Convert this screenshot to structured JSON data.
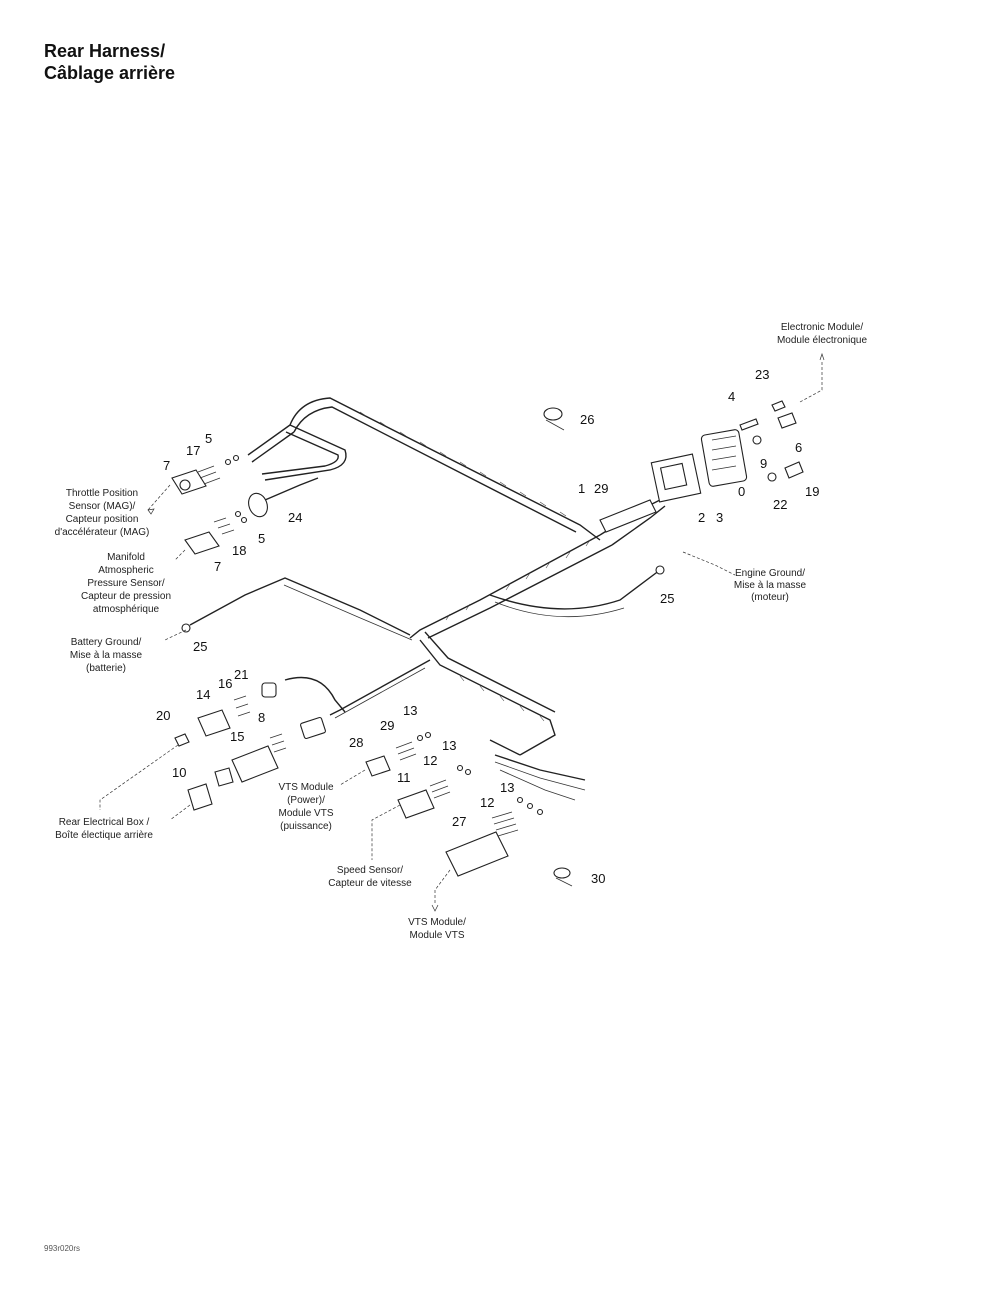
{
  "title": {
    "line1": "Rear Harness/",
    "line2": "Câblage arrière"
  },
  "footer_code": "993r020rs",
  "callouts": {
    "c1": "1",
    "c29a": "29",
    "c2": "2",
    "c3": "3",
    "c4": "4",
    "c23": "23",
    "c9": "9",
    "c6a": "6",
    "c22": "22",
    "c19": "19",
    "c26": "26",
    "c0": "0",
    "c5a": "5",
    "c17": "17",
    "c7a": "7",
    "c24": "24",
    "c5b": "5",
    "c18": "18",
    "c7b": "7",
    "c25a": "25",
    "c25b": "25",
    "c21": "21",
    "c16": "16",
    "c14": "14",
    "c20": "20",
    "c8": "8",
    "c15": "15",
    "c10": "10",
    "c29b": "29",
    "c13a": "13",
    "c28": "28",
    "c13b": "13",
    "c12a": "12",
    "c11": "11",
    "c13c": "13",
    "c12b": "12",
    "c27": "27",
    "c30": "30"
  },
  "labels": {
    "electronic_module": [
      "Electronic Module/",
      "Module électronique"
    ],
    "throttle_sensor": [
      "Throttle Position",
      "Sensor (MAG)/",
      "Capteur position",
      "d'accélérateur (MAG)"
    ],
    "manifold_sensor": [
      "Manifold",
      "Atmospheric",
      "Pressure Sensor/",
      "Capteur de pression",
      "atmosphérique"
    ],
    "engine_ground": [
      "Engine Ground/",
      "Mise à la masse",
      "(moteur)"
    ],
    "battery_ground": [
      "Battery Ground/",
      "Mise à la masse",
      "(batterie)"
    ],
    "vts_module_power": [
      "VTS Module",
      "(Power)/",
      "Module VTS",
      "(puissance)"
    ],
    "rear_electrical_box": [
      "Rear Electrical Box /",
      "Boîte électique arrière"
    ],
    "speed_sensor": [
      "Speed Sensor/",
      "Capteur de vitesse"
    ],
    "vts_module": [
      "VTS Module/",
      "Module VTS"
    ]
  }
}
